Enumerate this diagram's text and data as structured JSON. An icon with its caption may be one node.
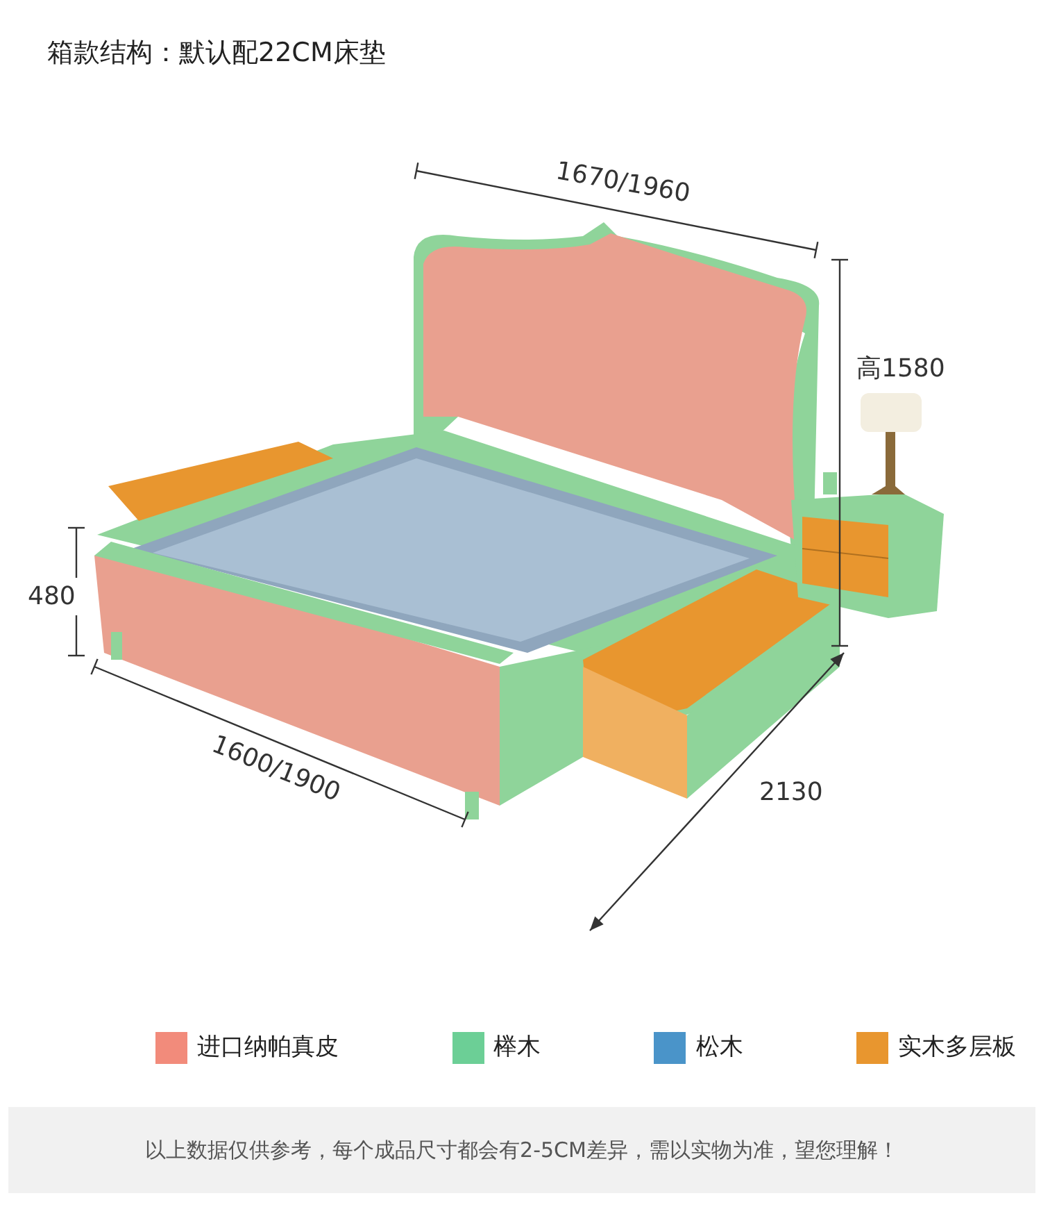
{
  "diagram": {
    "title": "箱款结构：默认配22CM床垫",
    "caption": "以上数据仅供参考，每个成品尺寸都会有2-5CM差异，需以实物为准，望您理解！",
    "labels": [
      "1670/1960",
      "高1580",
      "480",
      "1600/1900",
      "2130"
    ],
    "legend": [
      {
        "text": "进口纳帕真皮",
        "color": "#f28b7b"
      },
      {
        "text": "榉木",
        "color": "#6ccf96"
      },
      {
        "text": "松木",
        "color": "#4a94c9"
      },
      {
        "text": "实木多层板",
        "color": "#e8962f"
      }
    ]
  }
}
